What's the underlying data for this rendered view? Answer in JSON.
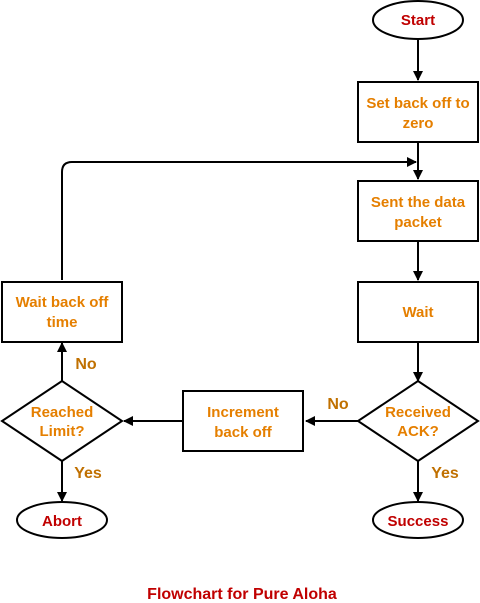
{
  "colors": {
    "terminal_text": "#c00000",
    "process_text": "#e57f00",
    "label_text": "#c07000",
    "caption_text": "#c00000",
    "stroke": "#000000"
  },
  "nodes": {
    "start": {
      "label": "Start"
    },
    "set_backoff": {
      "lines": [
        "Set back off to",
        "zero"
      ]
    },
    "send_packet": {
      "lines": [
        "Sent the data",
        "packet"
      ]
    },
    "wait": {
      "label": "Wait"
    },
    "received_ack": {
      "lines": [
        "Received",
        "ACK?"
      ]
    },
    "success": {
      "label": "Success"
    },
    "increment_backoff": {
      "lines": [
        "Increment",
        "back off"
      ]
    },
    "reached_limit": {
      "lines": [
        "Reached",
        "Limit?"
      ]
    },
    "abort": {
      "label": "Abort"
    },
    "wait_backoff": {
      "lines": [
        "Wait back off",
        "time"
      ]
    }
  },
  "edge_labels": {
    "ack_no": "No",
    "ack_yes": "Yes",
    "limit_no": "No",
    "limit_yes": "Yes"
  },
  "caption": "Flowchart for Pure Aloha"
}
